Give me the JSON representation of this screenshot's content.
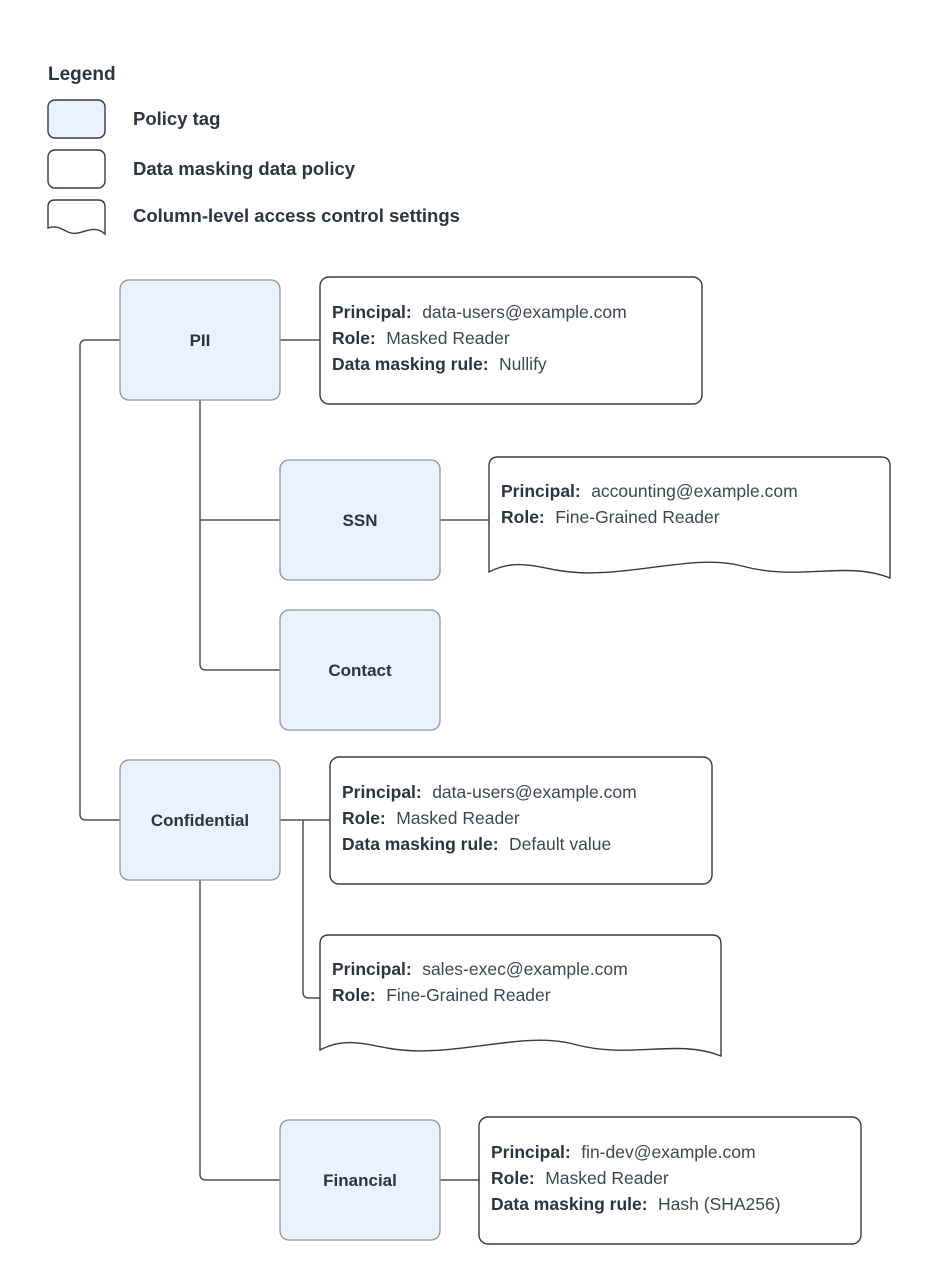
{
  "legend": {
    "title": "Legend",
    "items": [
      {
        "shape": "policy-tag",
        "label": "Policy tag"
      },
      {
        "shape": "data-masking-data-policy",
        "label": "Data masking data policy"
      },
      {
        "shape": "column-level-access-control-settings",
        "label": "Column-level access control settings"
      }
    ]
  },
  "colors": {
    "tag_fill": "#e9f2fd",
    "tag_stroke": "#8a97ab",
    "shape_stroke": "#333b47",
    "connector": "#4a5160",
    "text": "#2c3442",
    "value_text": "#3f4653",
    "background": "#ffffff"
  },
  "nodes": {
    "pii": {
      "label": "PII"
    },
    "ssn": {
      "label": "SSN"
    },
    "contact": {
      "label": "Contact"
    },
    "confidential": {
      "label": "Confidential"
    },
    "financial": {
      "label": "Financial"
    }
  },
  "labels": {
    "principal": "Principal:",
    "role": "Role:",
    "data_masking_rule": "Data masking rule:"
  },
  "policies": {
    "pii_masking": {
      "type": "data-masking-data-policy",
      "principal": "data-users@example.com",
      "role": "Masked Reader",
      "data_masking_rule": "Nullify"
    },
    "ssn_access": {
      "type": "column-level-access-control-settings",
      "principal": "accounting@example.com",
      "role": "Fine-Grained Reader"
    },
    "confidential_masking": {
      "type": "data-masking-data-policy",
      "principal": "data-users@example.com",
      "role": "Masked Reader",
      "data_masking_rule": "Default value"
    },
    "confidential_access": {
      "type": "column-level-access-control-settings",
      "principal": "sales-exec@example.com",
      "role": "Fine-Grained Reader"
    },
    "financial_masking": {
      "type": "data-masking-data-policy",
      "principal": "fin-dev@example.com",
      "role": "Masked Reader",
      "data_masking_rule": "Hash (SHA256)"
    }
  }
}
